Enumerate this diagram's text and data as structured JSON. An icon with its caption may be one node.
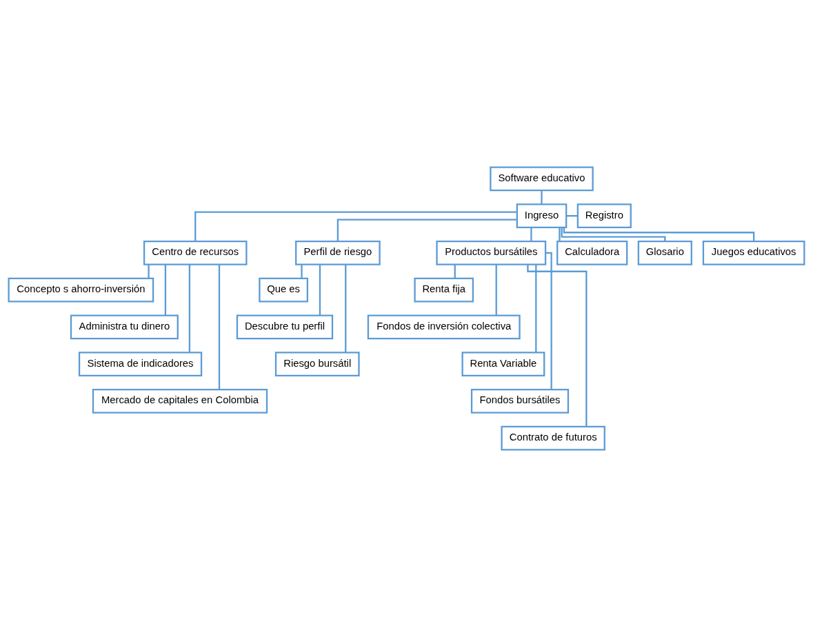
{
  "diagram": {
    "nodes": [
      {
        "text": [
          "Software educativo"
        ]
      },
      {
        "text": [
          "Ingreso"
        ]
      },
      {
        "text": [
          "Registro"
        ]
      },
      {
        "text": [
          "Centro de recursos"
        ]
      },
      {
        "text": [
          "Perfil de riesgo"
        ]
      },
      {
        "text": [
          "Productos bursátiles"
        ]
      },
      {
        "text": [
          "Calculadora"
        ]
      },
      {
        "text": [
          "Glosario"
        ]
      },
      {
        "text": [
          "Juegos educativos"
        ]
      },
      {
        "text": [
          "Concepto s ahorro-inversión"
        ]
      },
      {
        "text": [
          "Administra tu dinero"
        ]
      },
      {
        "text": [
          "Sistema de indicadores"
        ]
      },
      {
        "text": [
          "Mercado de capitales en Colombia"
        ]
      },
      {
        "text": [
          "Que es"
        ]
      },
      {
        "text": [
          "Descubre tu perfil"
        ]
      },
      {
        "text": [
          "Riesgo bursátil"
        ]
      },
      {
        "text": [
          "Renta fija"
        ]
      },
      {
        "text": [
          "Fondos de inversión colectiva"
        ]
      },
      {
        "text": [
          "Renta Variable"
        ]
      },
      {
        "text": [
          "Fondos bursátiles"
        ]
      },
      {
        "text": [
          "Contrato de futuros"
        ]
      }
    ],
    "edges": [
      {
        "from": 0,
        "to": 1,
        "arrow": "none"
      },
      {
        "from": 1,
        "to": 2,
        "arrow": "none"
      },
      {
        "from": 1,
        "to": 3,
        "arrow": "none"
      },
      {
        "from": 1,
        "to": 4,
        "arrow": "none"
      },
      {
        "from": 1,
        "to": 5,
        "arrow": "none"
      },
      {
        "from": 1,
        "to": 6,
        "arrow": "none"
      },
      {
        "from": 1,
        "to": 7,
        "arrow": "none"
      },
      {
        "from": 1,
        "to": 8,
        "arrow": "none"
      },
      {
        "from": 3,
        "to": 9,
        "arrow": "none"
      },
      {
        "from": 3,
        "to": 10,
        "arrow": "none"
      },
      {
        "from": 3,
        "to": 11,
        "arrow": "none"
      },
      {
        "from": 3,
        "to": 12,
        "arrow": "none"
      },
      {
        "from": 4,
        "to": 13,
        "arrow": "none"
      },
      {
        "from": 4,
        "to": 14,
        "arrow": "none"
      },
      {
        "from": 4,
        "to": 15,
        "arrow": "none"
      },
      {
        "from": 5,
        "to": 16,
        "arrow": "none"
      },
      {
        "from": 5,
        "to": 17,
        "arrow": "none"
      },
      {
        "from": 5,
        "to": 18,
        "arrow": "none"
      },
      {
        "from": 5,
        "to": 19,
        "arrow": "none"
      },
      {
        "from": 5,
        "to": 20,
        "arrow": "none"
      }
    ]
  }
}
